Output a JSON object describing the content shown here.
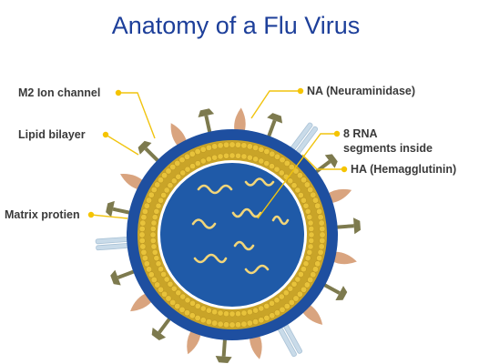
{
  "title": "Anatomy of a Flu Virus",
  "labels": {
    "m2": "M2 Ion channel",
    "lipid": "Lipid bilayer",
    "matrix": "Matrix protien",
    "na": "NA (Neuraminidase)",
    "rna_line1": "8 RNA",
    "rna_line2": "segments inside",
    "ha": "HA (Hemagglutinin)"
  },
  "colors": {
    "title": "#1d3f9a",
    "core": "#1f5aa8",
    "outer_shell": "#1e4fa0",
    "lipid_bead": "#e8c33b",
    "lipid_band": "#c9a428",
    "ha_spike": "#d9a47f",
    "na_spike": "#7d7a4e",
    "m2_channel": "#c9dbe9",
    "rna": "#f1d57a",
    "leader": "#f1c40f"
  },
  "icons": [
    "ha-spike-icon",
    "na-spike-icon",
    "m2-channel-icon",
    "rna-segment-icon"
  ]
}
